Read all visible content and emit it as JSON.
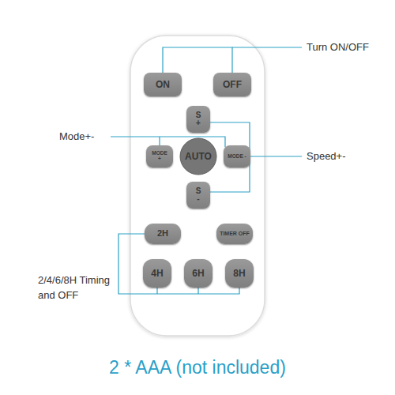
{
  "diagram": {
    "caption": "2 * AAA (not included)",
    "nodes": [
      {
        "text": [
          "ON"
        ]
      },
      {
        "text": [
          "OFF"
        ]
      },
      {
        "text": [
          "S +"
        ]
      },
      {
        "text": [
          "MODE +"
        ]
      },
      {
        "text": [
          "AUTO"
        ]
      },
      {
        "text": [
          "MODE -"
        ]
      },
      {
        "text": [
          "S -"
        ]
      },
      {
        "text": [
          "2H"
        ]
      },
      {
        "text": [
          "TIMER OFF"
        ]
      },
      {
        "text": [
          "4H"
        ]
      },
      {
        "text": [
          "6H"
        ]
      },
      {
        "text": [
          "8H"
        ]
      }
    ],
    "labels": [
      "Turn ON/OFF",
      "Mode+-",
      "Speed+-",
      "2/4/6/8H Timing and OFF"
    ]
  }
}
